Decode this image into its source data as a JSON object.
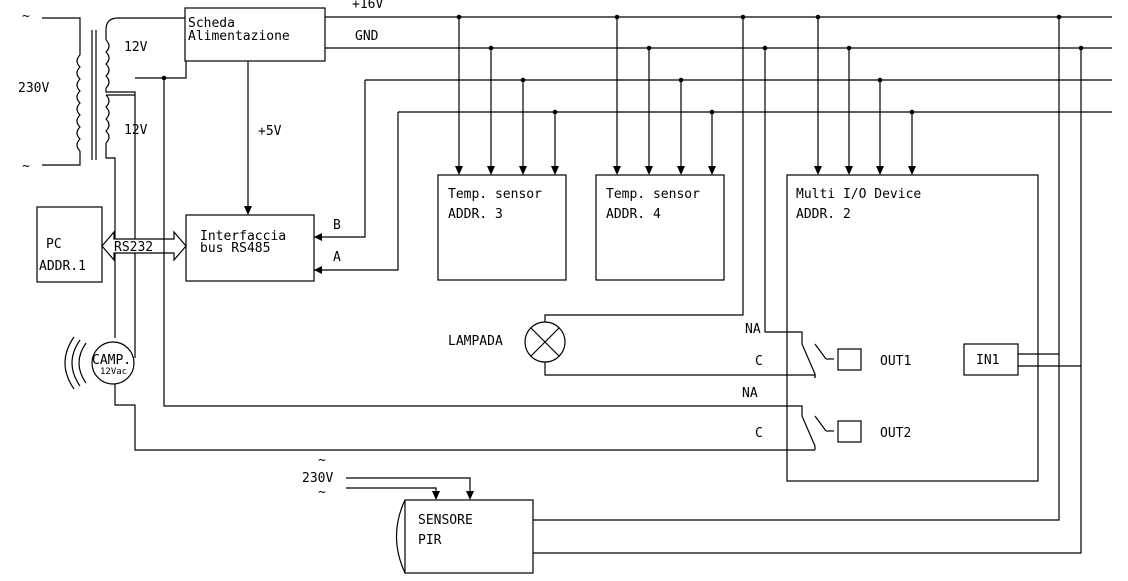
{
  "rails": {
    "v16": "+16V",
    "gnd": "GND"
  },
  "supply": {
    "mains": "230V",
    "tilde_top": "~",
    "tilde_bottom": "~",
    "secondary_top": "12V",
    "secondary_bottom": "12V"
  },
  "psu": {
    "line1": "Scheda",
    "line2": "Alimentazione",
    "out5v": "+5V"
  },
  "bus_interface": {
    "line1": "Interfaccia",
    "line2": "bus RS485",
    "b": "B",
    "a": "A"
  },
  "pc": {
    "name": "PC",
    "addr": "ADDR.1",
    "link": "RS232"
  },
  "sensors": [
    {
      "name": "Temp. sensor",
      "addr": "ADDR. 3"
    },
    {
      "name": "Temp. sensor",
      "addr": "ADDR. 4"
    }
  ],
  "multi_io": {
    "name": "Multi I/O Device",
    "addr": "ADDR. 2",
    "out1": "OUT1",
    "out2": "OUT2",
    "in1": "IN1",
    "na": "NA",
    "c": "C"
  },
  "lamp": "LAMPADA",
  "bell": {
    "name": "CAMP.",
    "rating": "12Vac"
  },
  "pir": {
    "line1": "SENSORE",
    "line2": "PIR",
    "mains": "230V",
    "tilde1": "~",
    "tilde2": "~"
  }
}
